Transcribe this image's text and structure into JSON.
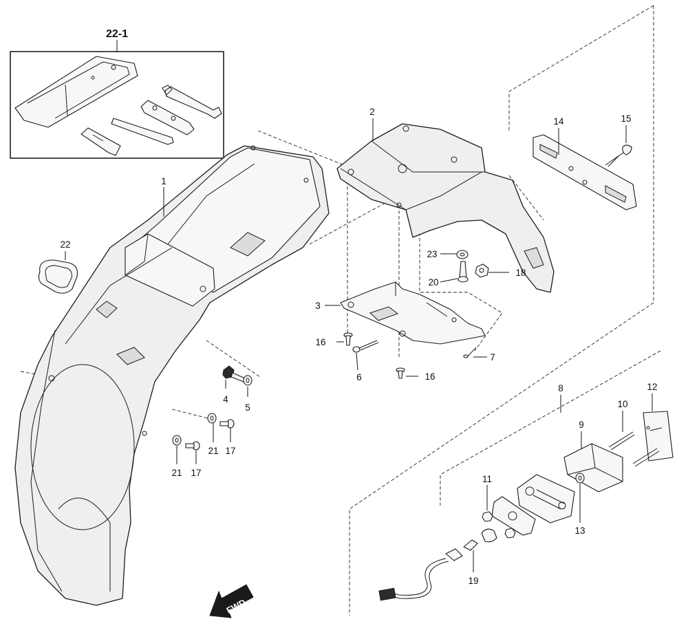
{
  "diagram": {
    "kit_box_label": "22-1",
    "direction_label": "FWD",
    "callouts": [
      "1",
      "2",
      "3",
      "4",
      "5",
      "6",
      "7",
      "8",
      "9",
      "10",
      "11",
      "12",
      "13",
      "14",
      "15",
      "16",
      "16",
      "17",
      "17",
      "18",
      "19",
      "20",
      "21",
      "21",
      "22",
      "23"
    ]
  }
}
